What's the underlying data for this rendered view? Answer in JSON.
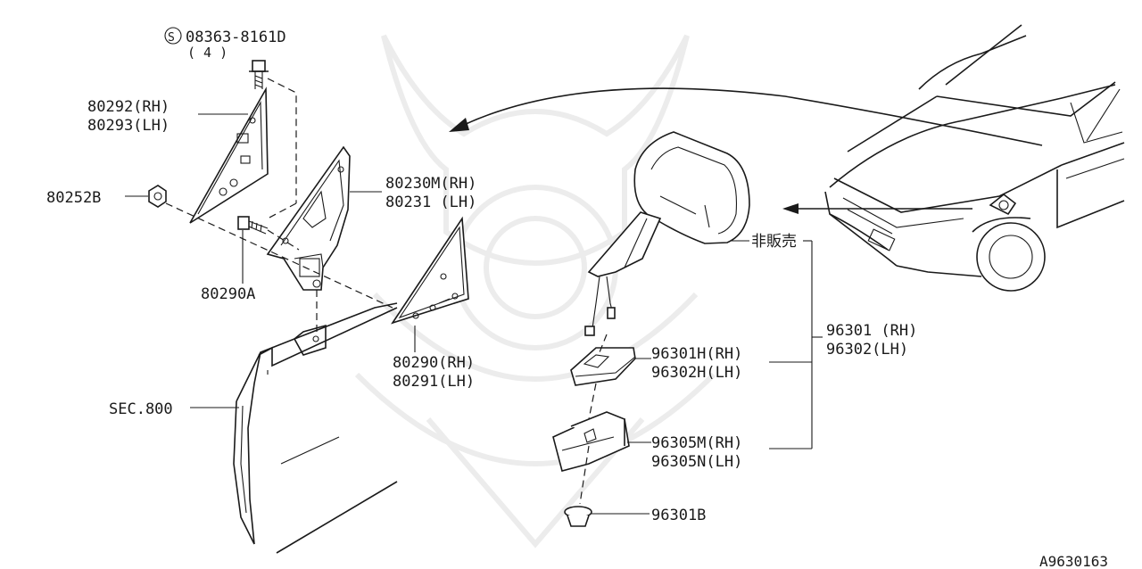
{
  "labels": {
    "screw": "08363-8161D",
    "screw_circle": "S",
    "screw_qty": "( 4 )",
    "finisher_rh": "80292(RH)",
    "finisher_lh": "80293(LH)",
    "nut": "80252B",
    "base_rh": "80230M(RH)",
    "base_lh": "80231  (LH)",
    "bolt": "80290A",
    "cover_rh": "80290(RH)",
    "cover_lh": "80291(LH)",
    "door_section": "SEC.800",
    "not_sold": "非販売",
    "mirror_rh": "96301 (RH)",
    "mirror_lh": "96302(LH)",
    "gasket_rh": "96301H(RH)",
    "gasket_lh": "96302H(LH)",
    "bracket_rh": "96305M(RH)",
    "bracket_lh": "96305N(LH)",
    "clip": "96301B",
    "diagram_code": "A9630163"
  },
  "colors": {
    "line": "#1a1a1a",
    "watermark": "#ececec",
    "background": "#ffffff"
  }
}
